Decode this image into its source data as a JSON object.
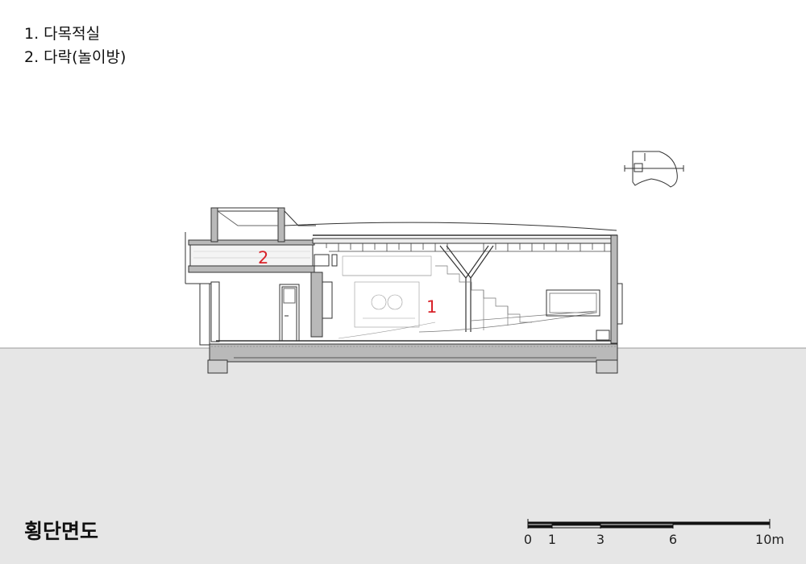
{
  "legend": {
    "items": [
      "1. 다목적실",
      "2. 다락(놀이방)"
    ]
  },
  "labels": {
    "room1": "1",
    "room2": "2"
  },
  "title": "횡단면도",
  "scale_bar": {
    "ticks": [
      "0",
      "1",
      "3",
      "6",
      "10m"
    ]
  },
  "colors": {
    "ground": "#e6e6e6",
    "section_fill": "#b9b9b9",
    "line": "#333333",
    "room_label": "#d8232a"
  }
}
